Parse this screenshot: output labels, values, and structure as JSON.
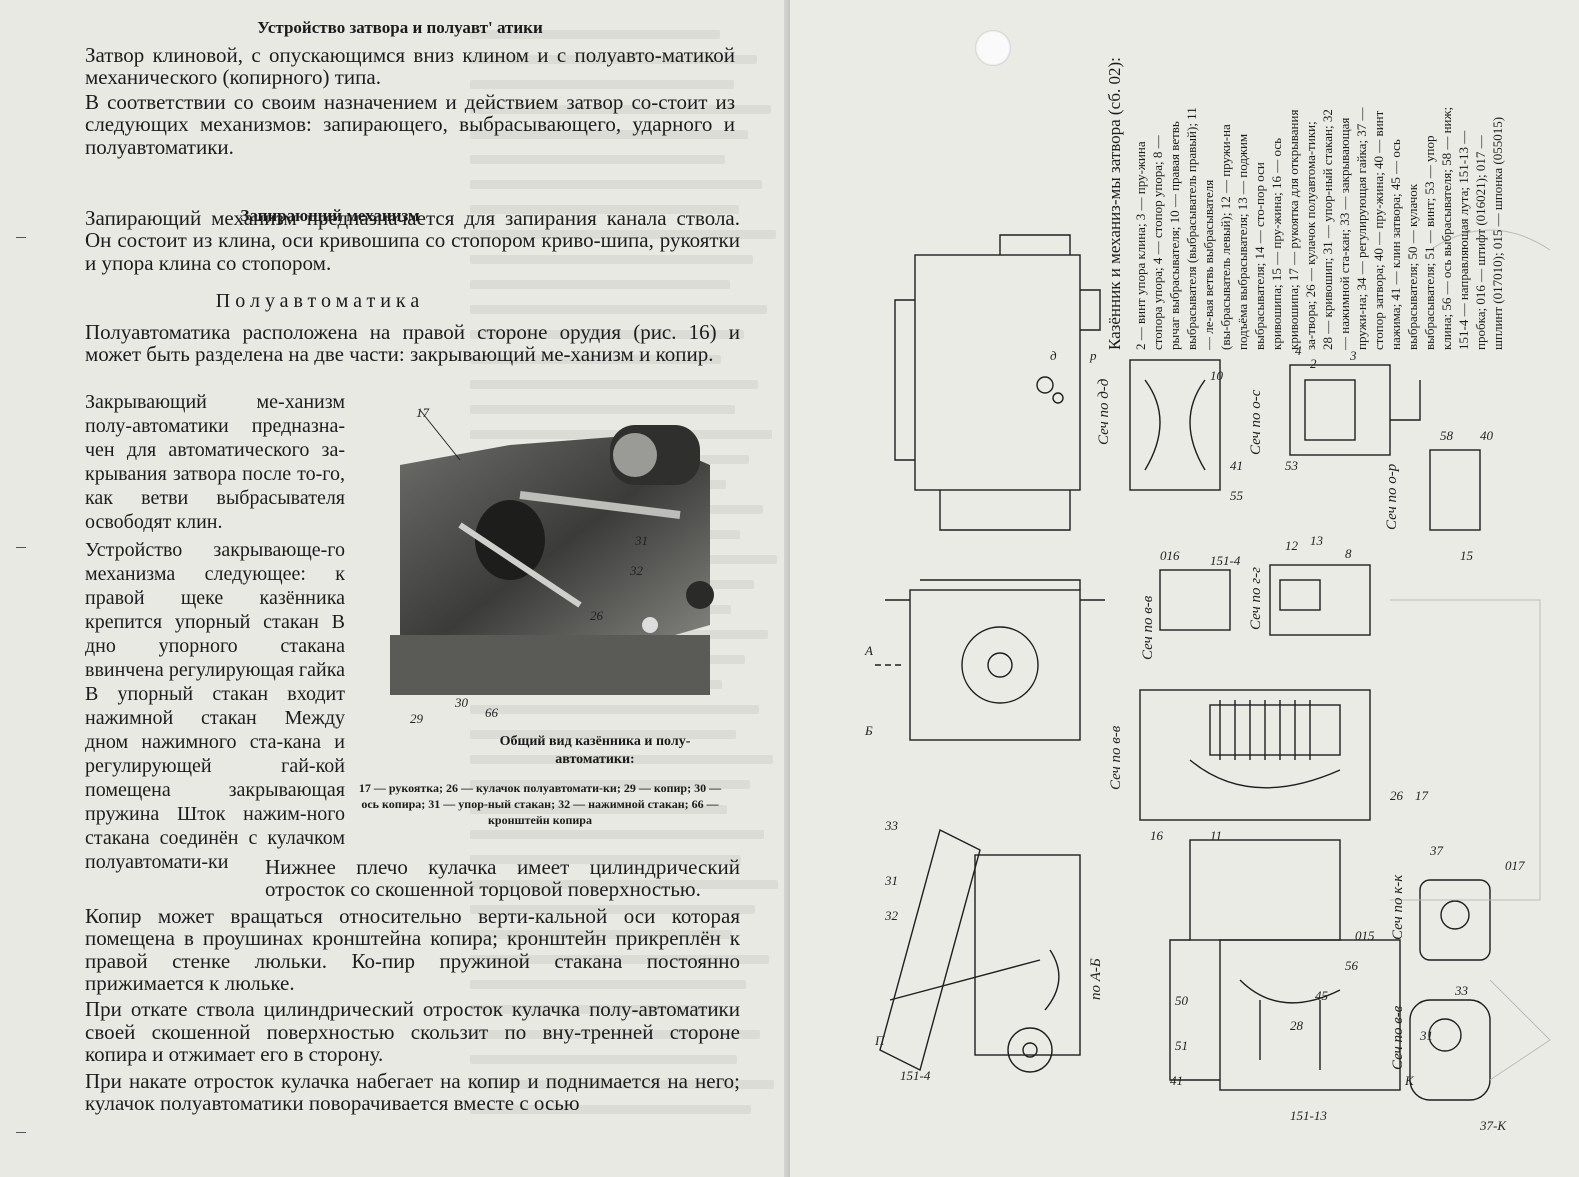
{
  "left_page": {
    "title": "Устройство затвора и полуавт' атики",
    "intro_paragraphs": [
      "Затвор клиновой, с опускающимся вниз клином и с полуавто-матикой механического (копирного) типа.",
      "В соответствии со своим назначением и действием затвор со-стоит из следующих механизмов: запирающего, выбрасывающего, ударного и полуавтоматики."
    ],
    "locking_heading": "Запирающий механизм",
    "locking_paragraph": "Запирающий механизм предназначается для запирания канала ствола. Он состоит из клина, оси кривошипа со стопором криво-шипа, рукоятки и упора клина со стопором.",
    "semi_heading": "Полуавтоматика",
    "semi_paragraph": "Полуавтоматика расположена на правой стороне орудия (рис. 16) и может быть разделена на две части: закрывающий ме-ханизм и копир.",
    "narrow_column_paragraphs": [
      "Закрывающий ме-ханизм полу-автоматики предназна-чен для автоматического за-крывания затвора после то-го, как ветви выбрасывателя освободят клин.",
      "Устройство закрывающе-го механизма следующее: к правой щеке казённика крепится упорный стакан В дно упорного стакана ввинчена регулирующая гайка В упорный стакан входит нажимной стакан Между дном нажимного ста-кана и регулирующей гай-кой помещена закрывающая пружина Шток нажим-ного стакана соединён с кулачком полуавтомати-ки"
    ],
    "tail_paragraphs": [
      "Нижнее плечо кулачка имеет цилиндрический отросток со скошенной торцовой поверхностью.",
      "Копир может вращаться относительно верти-кальной оси которая помещена в проушинах кронштейна копира; кронштейн прикреплён к правой стенке люльки. Ко-пир пружиной стакана постоянно прижимается к люльке.",
      "При откате ствола цилиндрический отросток кулачка полу-автоматики своей скошенной поверхностью скользит по вну-тренней стороне копира и отжимает его в сторону.",
      "При накате отросток кулачка набегает на копир и поднимается на него; кулачок полуавтоматики поворачивается вместе с осью"
    ],
    "figure": {
      "caption": "Общий вид казённика и полу-автоматики:",
      "legend": "17 — рукоятка; 26 — кулачок полуавтомати-ки; 29 — копир; 30 — ось копира; 31 — упор-ный стакан; 32 — нажимной стакан; 66 — кронштейн копира",
      "callouts": [
        "17",
        "31",
        "32",
        "26",
        "29",
        "30",
        "66"
      ]
    }
  },
  "right_page": {
    "legend_heading": "Казённик и механиз-мы затвора (сб. 02):",
    "legend_text": "2 — винт упора клина; 3 — пру-жина стопора упора; 4 — стопор упора; 8 — рычаг выбрасывателя; 10 — правая ветвь выбрасывателя (выбрасыватель правый); 11 — ле-вая ветвь выбрасывателя (вы-брасыватель левый); 12 — пружи-на подъёма выбрасывателя; 13 — поджим выбрасывателя; 14 — сто-пор оси кривошипа; 15 — пру-жина; 16 — ось кривошипа; 17 — рукоятка для открывания за-твора; 26 — кулачок полуавтома-тики; 28 — кривошип; 31 — упор-ный стакан; 32 — нажимной ста-кан; 33 — закрывающая пружи-на; 34 — регулирующая гайка; 37 — стопор затвора; 40 — пру-жина; 40 — винт нажима; 41 — клин затвора; 45 — ось выбрасывателя; 50 — кулачок выбрасывателя; 51 — винт; 53 — упор клина; 56 — ось выбрасывателя; 58 — ниж; 151-4 — направляющая лута; 151-13 — пробка; 016 — штифт (016021); 017 — шплинт (017010); 015 — шпонка (055015)",
    "section_labels": [
      "Сеч по д-д",
      "Сеч по о-с",
      "Сеч по о-р",
      "Сеч по в-в",
      "Сеч по г-г",
      "Сеч по в-в",
      "Сеч по к-к",
      "Сеч по в-в",
      "по А-Б"
    ],
    "part_numbers": [
      "10",
      "4",
      "2",
      "3",
      "53",
      "41",
      "55",
      "12",
      "13",
      "8",
      "016",
      "151-4",
      "58",
      "40",
      "15",
      "26",
      "17",
      "16",
      "11",
      "33",
      "31",
      "32",
      "015",
      "56",
      "45",
      "28",
      "51",
      "50",
      "41",
      "151-13",
      "017",
      "37",
      "33",
      "31",
      "37-К",
      "К",
      "151-4",
      "П",
      "А",
      "Б",
      "р",
      "д"
    ]
  }
}
